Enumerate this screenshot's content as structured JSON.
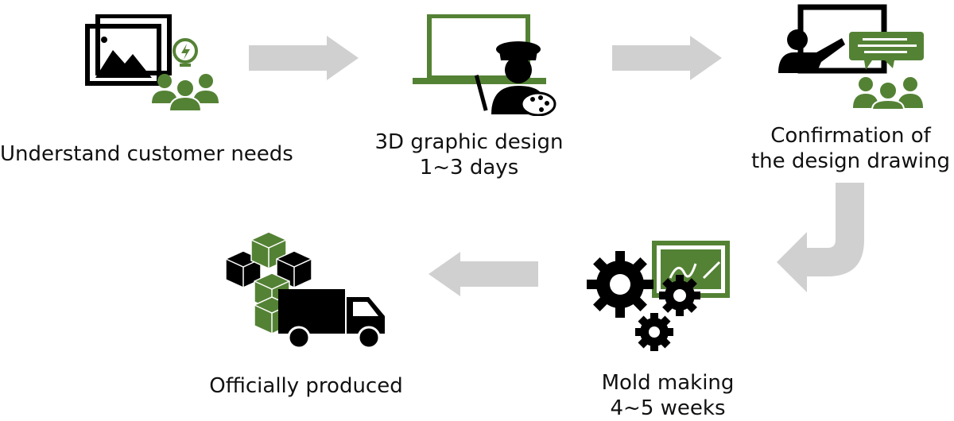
{
  "colors": {
    "accent": "#548235",
    "dark": "#000000",
    "arrow": "#d0d0d0"
  },
  "steps": [
    {
      "icon": "image-idea-team-icon",
      "lines": [
        "Understand customer needs"
      ]
    },
    {
      "icon": "laptop-artist-icon",
      "lines": [
        "3D graphic design",
        "1~3 days"
      ]
    },
    {
      "icon": "presentation-team-icon",
      "lines": [
        "Confirmation of",
        "the design drawing"
      ]
    },
    {
      "icon": "gears-board-icon",
      "lines": [
        "Mold making",
        "4~5 weeks"
      ]
    },
    {
      "icon": "boxes-truck-icon",
      "lines": [
        "Officially produced"
      ]
    }
  ]
}
